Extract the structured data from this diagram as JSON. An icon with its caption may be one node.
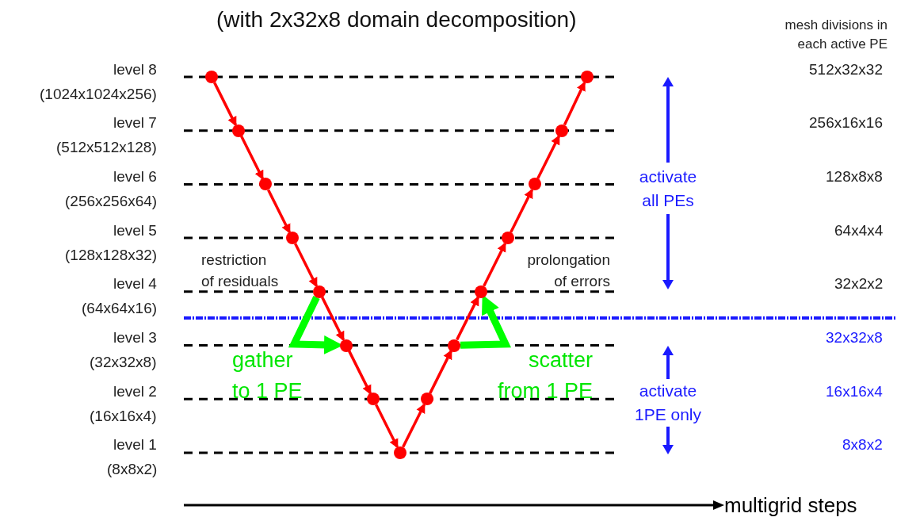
{
  "diagram": {
    "title": "(with 2x32x8 domain decomposition)",
    "nodes": [
      {
        "text": [],
        "shape": "circle"
      },
      {
        "text": [],
        "shape": "circle"
      },
      {
        "text": [],
        "shape": "circle"
      },
      {
        "text": [],
        "shape": "circle"
      },
      {
        "text": [],
        "shape": "circle"
      },
      {
        "text": [],
        "shape": "circle"
      },
      {
        "text": [],
        "shape": "circle"
      },
      {
        "text": [],
        "shape": "circle"
      },
      {
        "text": [],
        "shape": "circle"
      },
      {
        "text": [],
        "shape": "circle"
      },
      {
        "text": [],
        "shape": "circle"
      },
      {
        "text": [],
        "shape": "circle"
      },
      {
        "text": [],
        "shape": "circle"
      },
      {
        "text": [],
        "shape": "circle"
      },
      {
        "text": [],
        "shape": "circle"
      }
    ],
    "edges": [
      {
        "from": 0,
        "to": 1,
        "arrow": "to"
      },
      {
        "from": 1,
        "to": 2,
        "arrow": "to"
      },
      {
        "from": 2,
        "to": 3,
        "arrow": "to"
      },
      {
        "from": 3,
        "to": 4,
        "arrow": "to"
      },
      {
        "from": 4,
        "to": 5,
        "arrow": "to"
      },
      {
        "from": 5,
        "to": 6,
        "arrow": "to"
      },
      {
        "from": 6,
        "to": 7,
        "arrow": "to"
      },
      {
        "from": 7,
        "to": 8,
        "arrow": "to"
      },
      {
        "from": 8,
        "to": 9,
        "arrow": "to"
      },
      {
        "from": 9,
        "to": 10,
        "arrow": "to"
      },
      {
        "from": 10,
        "to": 11,
        "arrow": "to"
      },
      {
        "from": 11,
        "to": 12,
        "arrow": "to"
      },
      {
        "from": 12,
        "to": 13,
        "arrow": "to"
      },
      {
        "from": 13,
        "to": 14,
        "arrow": "to"
      },
      {
        "from": 4,
        "to": 5,
        "arrow": "to",
        "style": "thick",
        "color": "#00ff00"
      },
      {
        "from": 9,
        "to": 10,
        "arrow": "to",
        "style": "thick",
        "color": "#00ff00"
      }
    ],
    "labels": [
      "mesh divisions in each active PE",
      "level 8",
      "(1024x1024x256)",
      "512x32x32",
      "level 7",
      "(512x512x128)",
      "256x16x16",
      "level 6",
      "(256x256x64)",
      "128x8x8",
      "level 5",
      "(128x128x32)",
      "64x4x4",
      "level 4",
      "(64x64x16)",
      "32x2x2",
      "level 3",
      "(32x32x8)",
      "32x32x8",
      "level 2",
      "(16x16x4)",
      "16x16x4",
      "level 1",
      "(8x8x2)",
      "8x8x2",
      "activate all PEs",
      "restriction of residuals",
      "prolongation of errors",
      "gather to 1 PE",
      "scatter from 1 PE",
      "activate 1PE only",
      "multigrid steps"
    ]
  }
}
